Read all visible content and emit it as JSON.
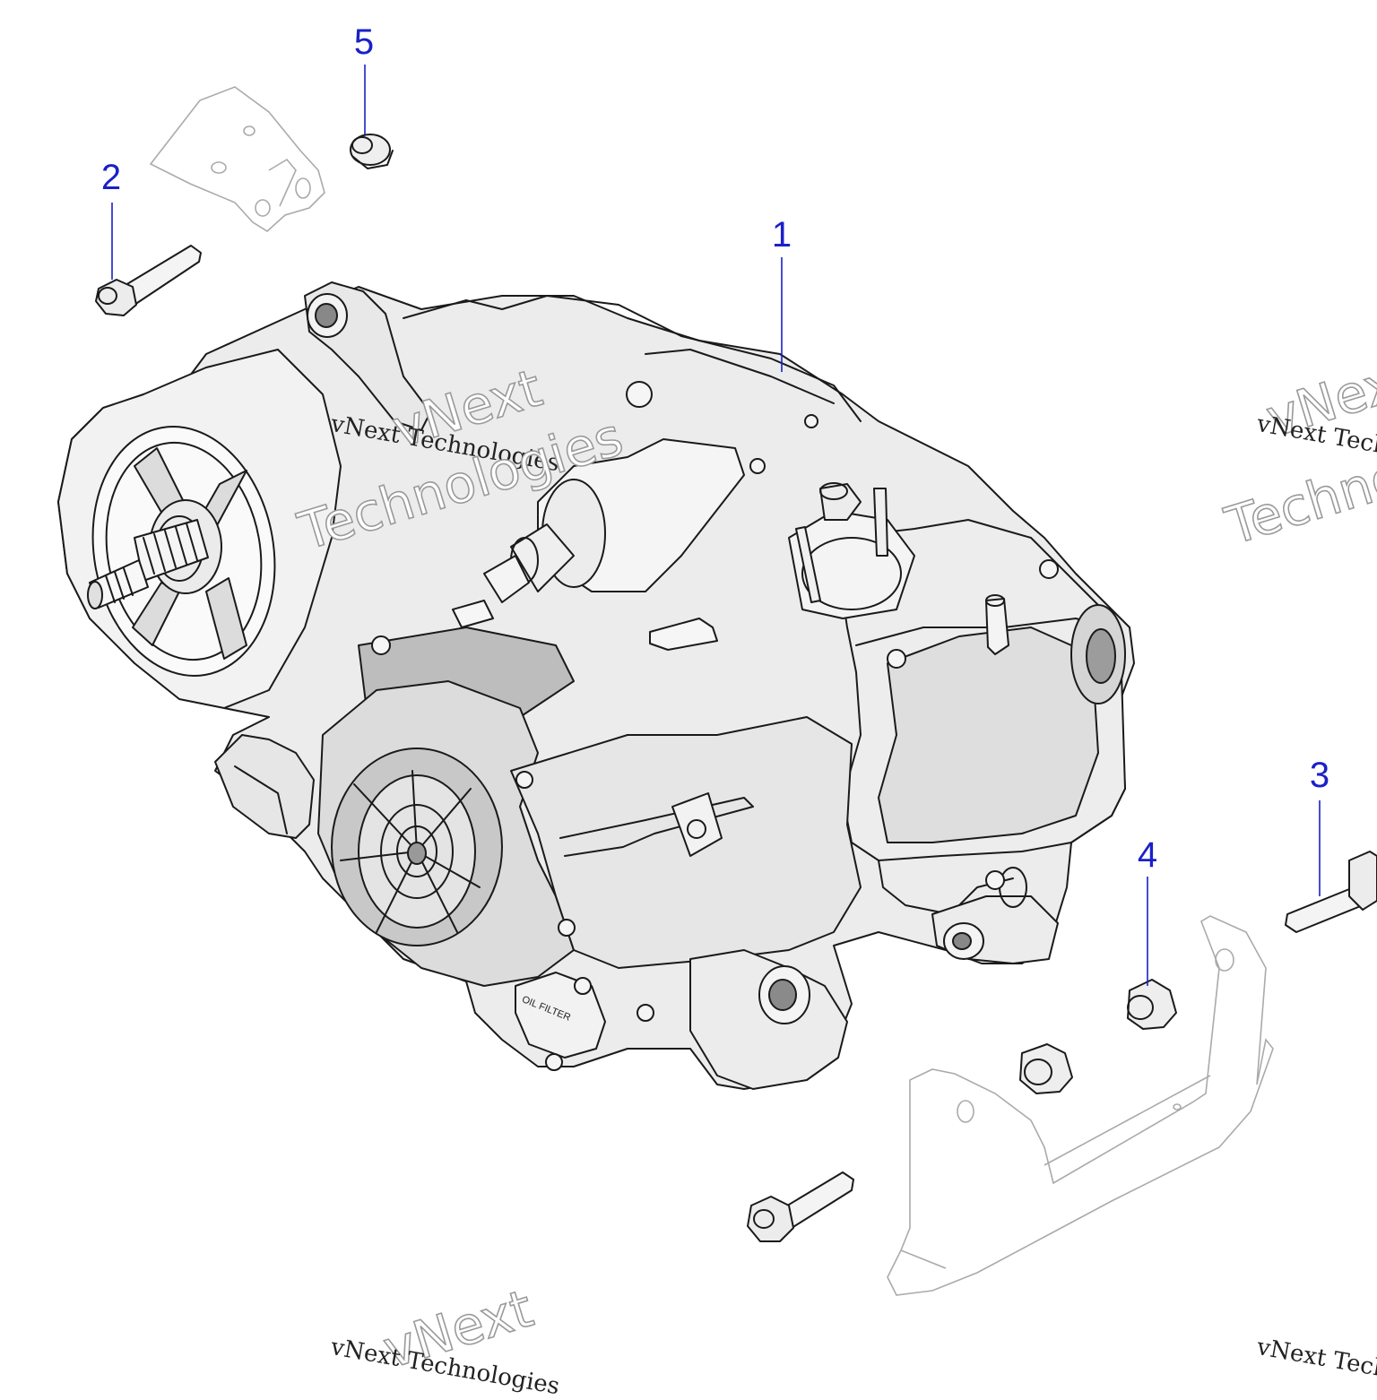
{
  "callouts": [
    {
      "label": "1"
    },
    {
      "label": "2"
    },
    {
      "label": "3"
    },
    {
      "label": "4"
    },
    {
      "label": "5"
    }
  ],
  "engine_label": "OIL FILTER",
  "watermark": {
    "small": "vNext Technologies",
    "big_line1": "vNext",
    "big_line2": "Technologies"
  },
  "colors": {
    "callout": "#1a20c8",
    "stroke": "#1a1a1a",
    "light_gray": "#e9e9e9",
    "mid_gray": "#c9c9c9",
    "dark_gray": "#9c9c9c"
  }
}
